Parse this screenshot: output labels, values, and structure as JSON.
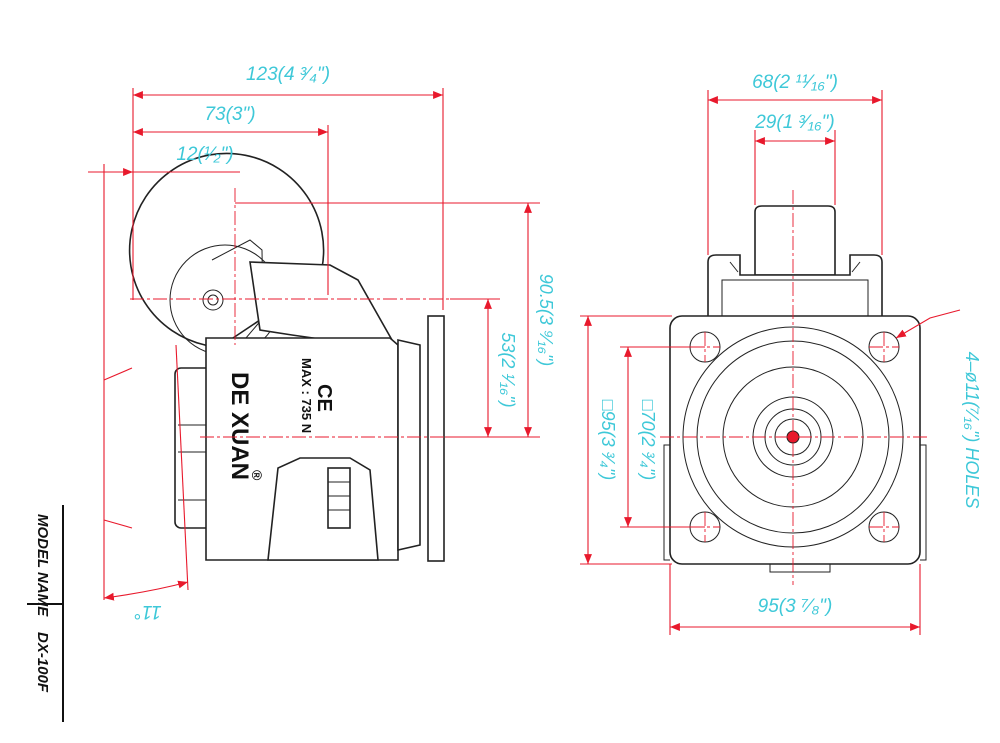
{
  "side_view": {
    "dim_overall_length": "123(4 ³⁄₄\")",
    "dim_pad_center": "73(3\")",
    "dim_wheel_offset": "12(¹⁄₂\")",
    "dim_height": "90.5(3 ⁹⁄₁₆\")",
    "dim_lift_height": "53(2 ¹⁄₁₆\")",
    "dim_angle": "11°",
    "brand_mark": "DE XUAN",
    "registered_mark": "®",
    "ce_mark": "CE",
    "max_load": "MAX : 735 N"
  },
  "front_view": {
    "dim_width": "68(2 ¹¹⁄₁₆\")",
    "dim_wheel_width": "29(1 ³⁄₁₆\")",
    "dim_plate_square": "□95(3 ³⁄₄\")",
    "dim_bolt_square": "□70(2 ³⁄₄\")",
    "dim_plate_width": "95(3 ⁷⁄₈\")",
    "dim_holes": "4–ø11(⁷⁄₁₆\") HOLES"
  },
  "title_block": {
    "model_label": "MODEL NAME",
    "model_value": "DX-100F"
  },
  "colors": {
    "dimension_line": "#e8192c",
    "dimension_text": "#3ec8d8",
    "outline": "#222222"
  }
}
